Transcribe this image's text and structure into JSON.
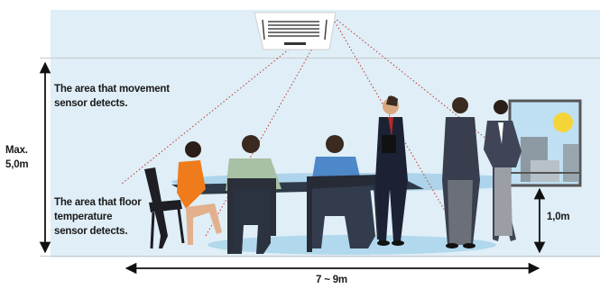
{
  "labels": {
    "movement_line1": "The area that movement",
    "movement_line2": "sensor detects.",
    "floor_line1": "The area that floor",
    "floor_line2": "temperature",
    "floor_line3": "sensor detects.",
    "height_line1": "Max.",
    "height_line2": "5,0m",
    "sensor_height": "1,0m",
    "room_width": "7 ~ 9m"
  },
  "colors": {
    "room_background": "#dfeef7",
    "detection_line": "#c0392b",
    "floor_area": "#a9d3ea",
    "dimension_arrows": "#111111"
  },
  "icons": {
    "ceiling_unit": "ceiling-air-conditioner-icon",
    "window": "window-with-sun-icon"
  }
}
